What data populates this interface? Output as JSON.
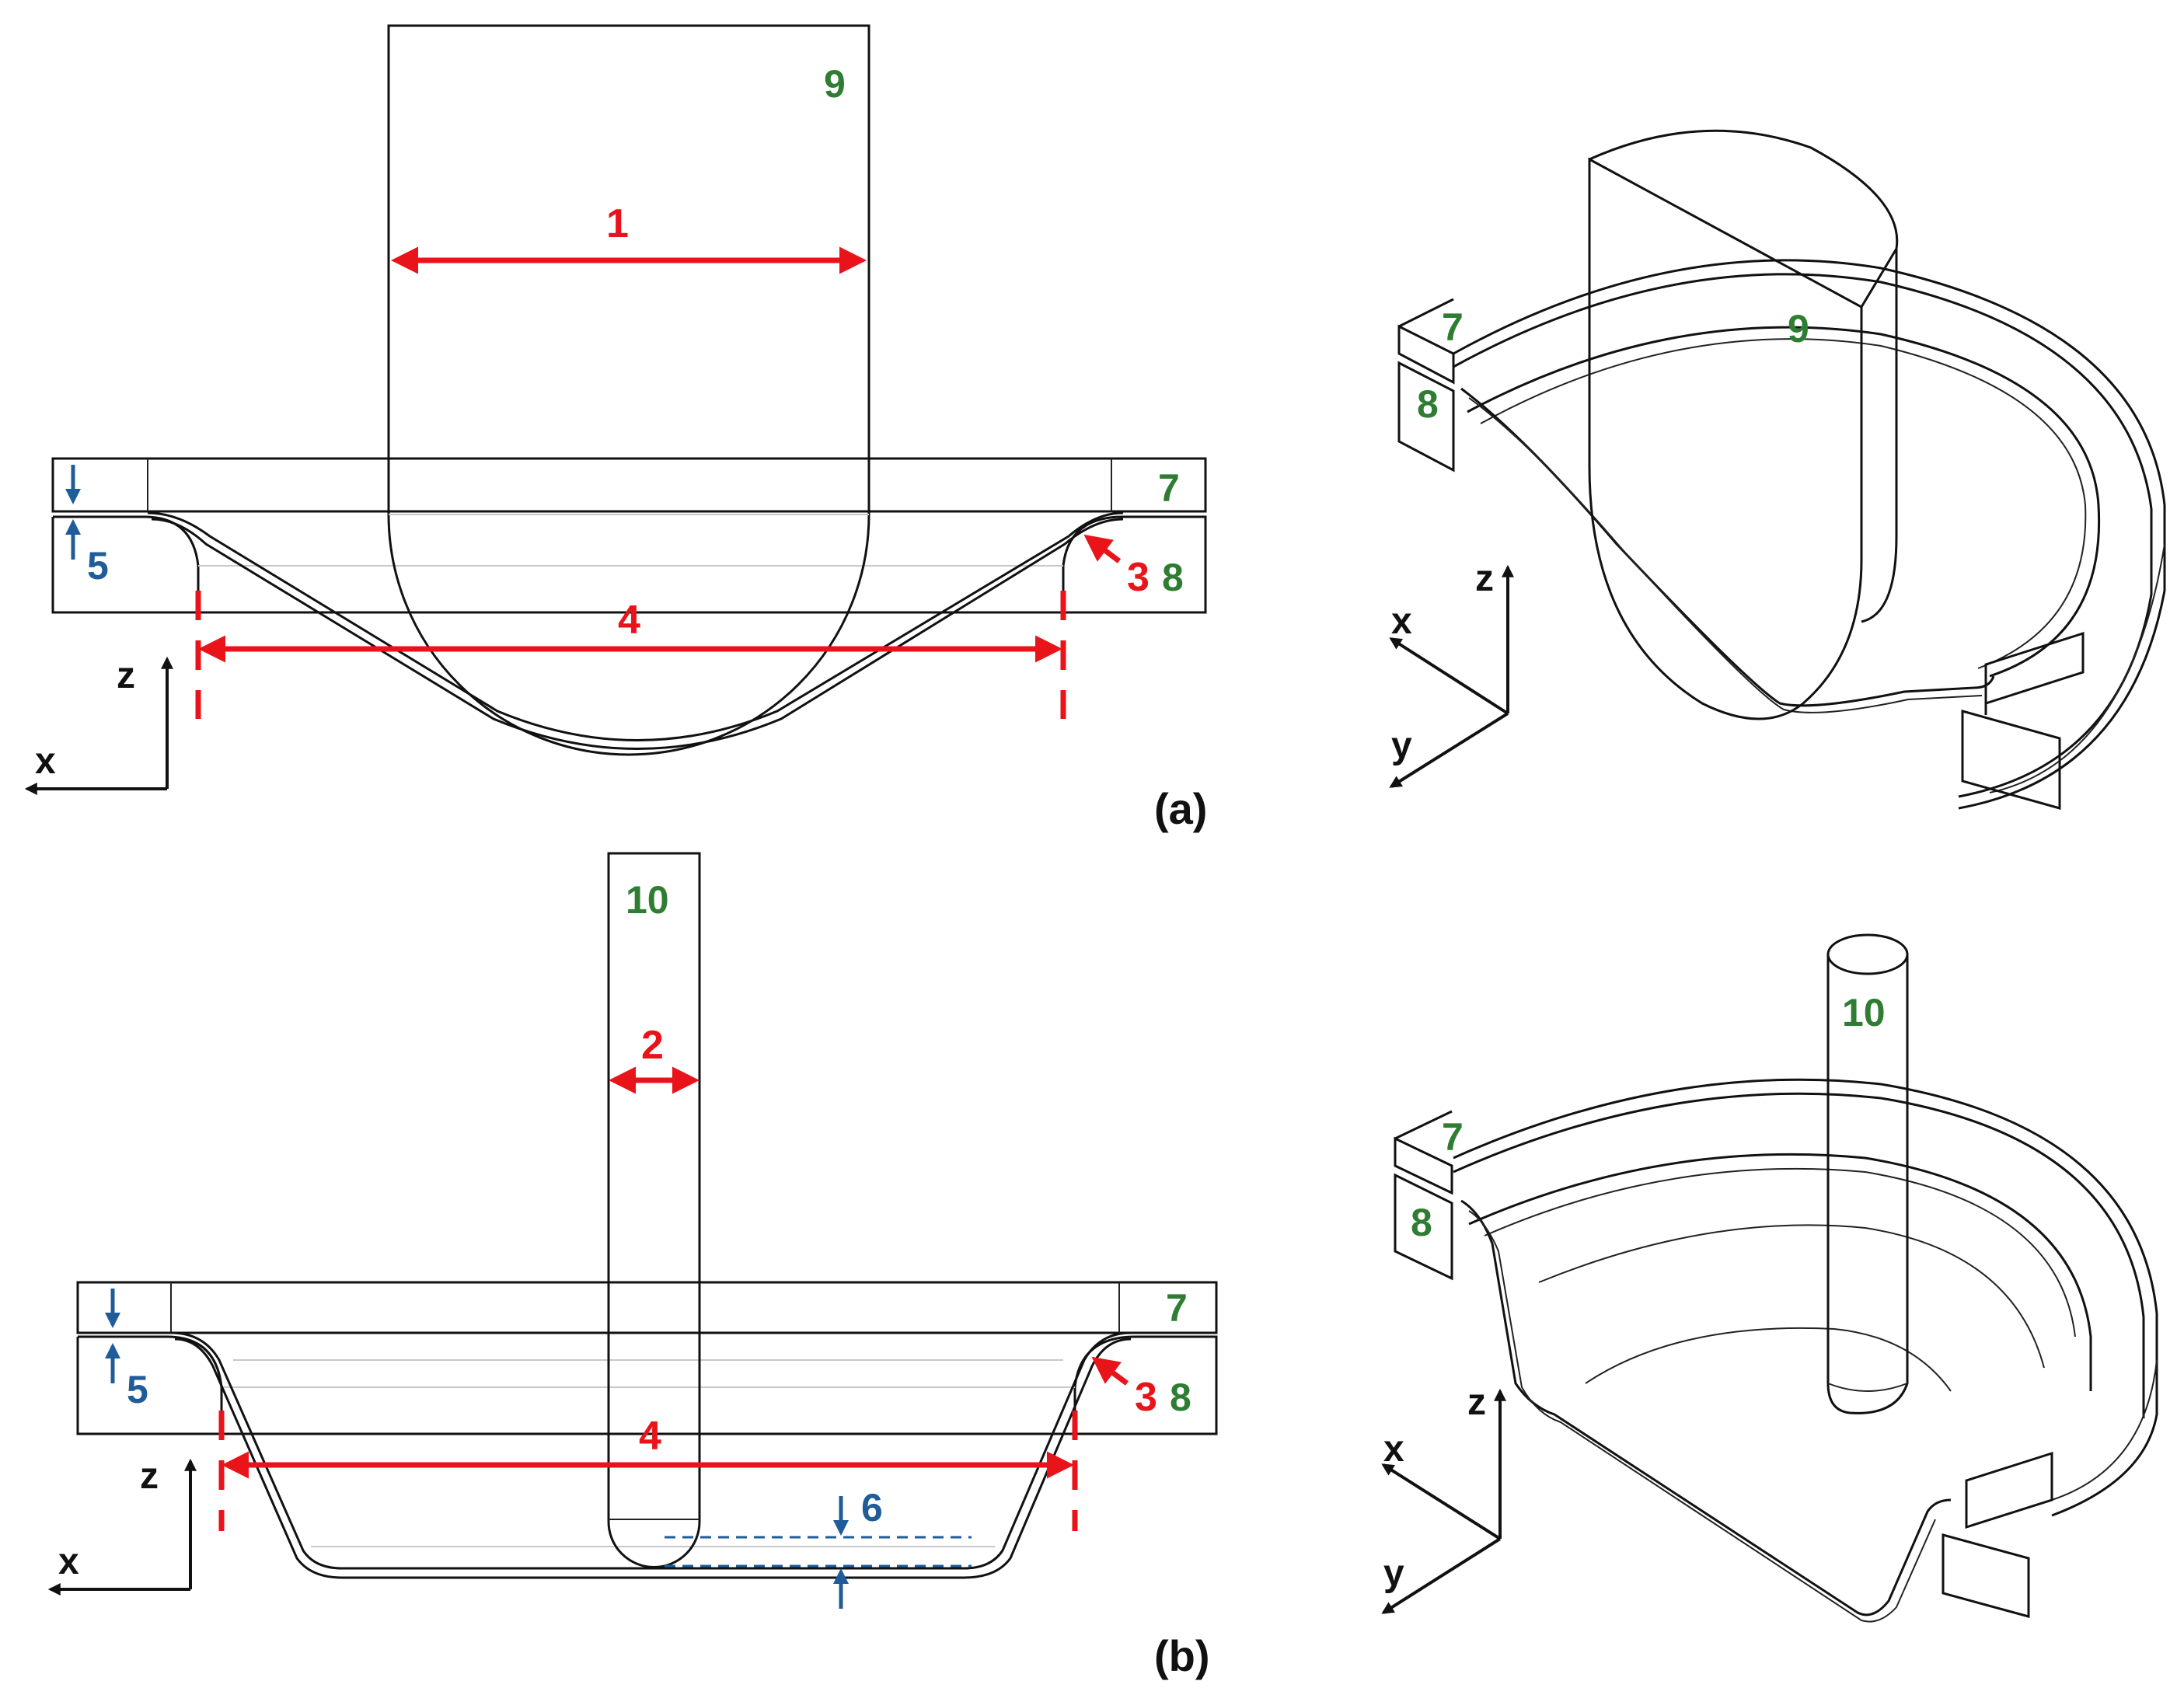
{
  "panels": {
    "a": {
      "caption": "(a)"
    },
    "b": {
      "caption": "(b)"
    }
  },
  "part_labels": {
    "punch_hemispherical": "9",
    "punch_small": "10",
    "blank_holder": "7",
    "die": "8"
  },
  "dimension_labels": {
    "punch_diameter_a": "1",
    "punch_diameter_b": "2",
    "die_radius": "3",
    "die_opening": "4",
    "sheet_thickness": "5",
    "depth_step": "6"
  },
  "axes": {
    "x": "x",
    "y": "y",
    "z": "z"
  },
  "colors": {
    "part_label": "#2e7d32",
    "dimension_red": "#e8141a",
    "dimension_blue": "#1f5c99",
    "line": "#111111"
  }
}
